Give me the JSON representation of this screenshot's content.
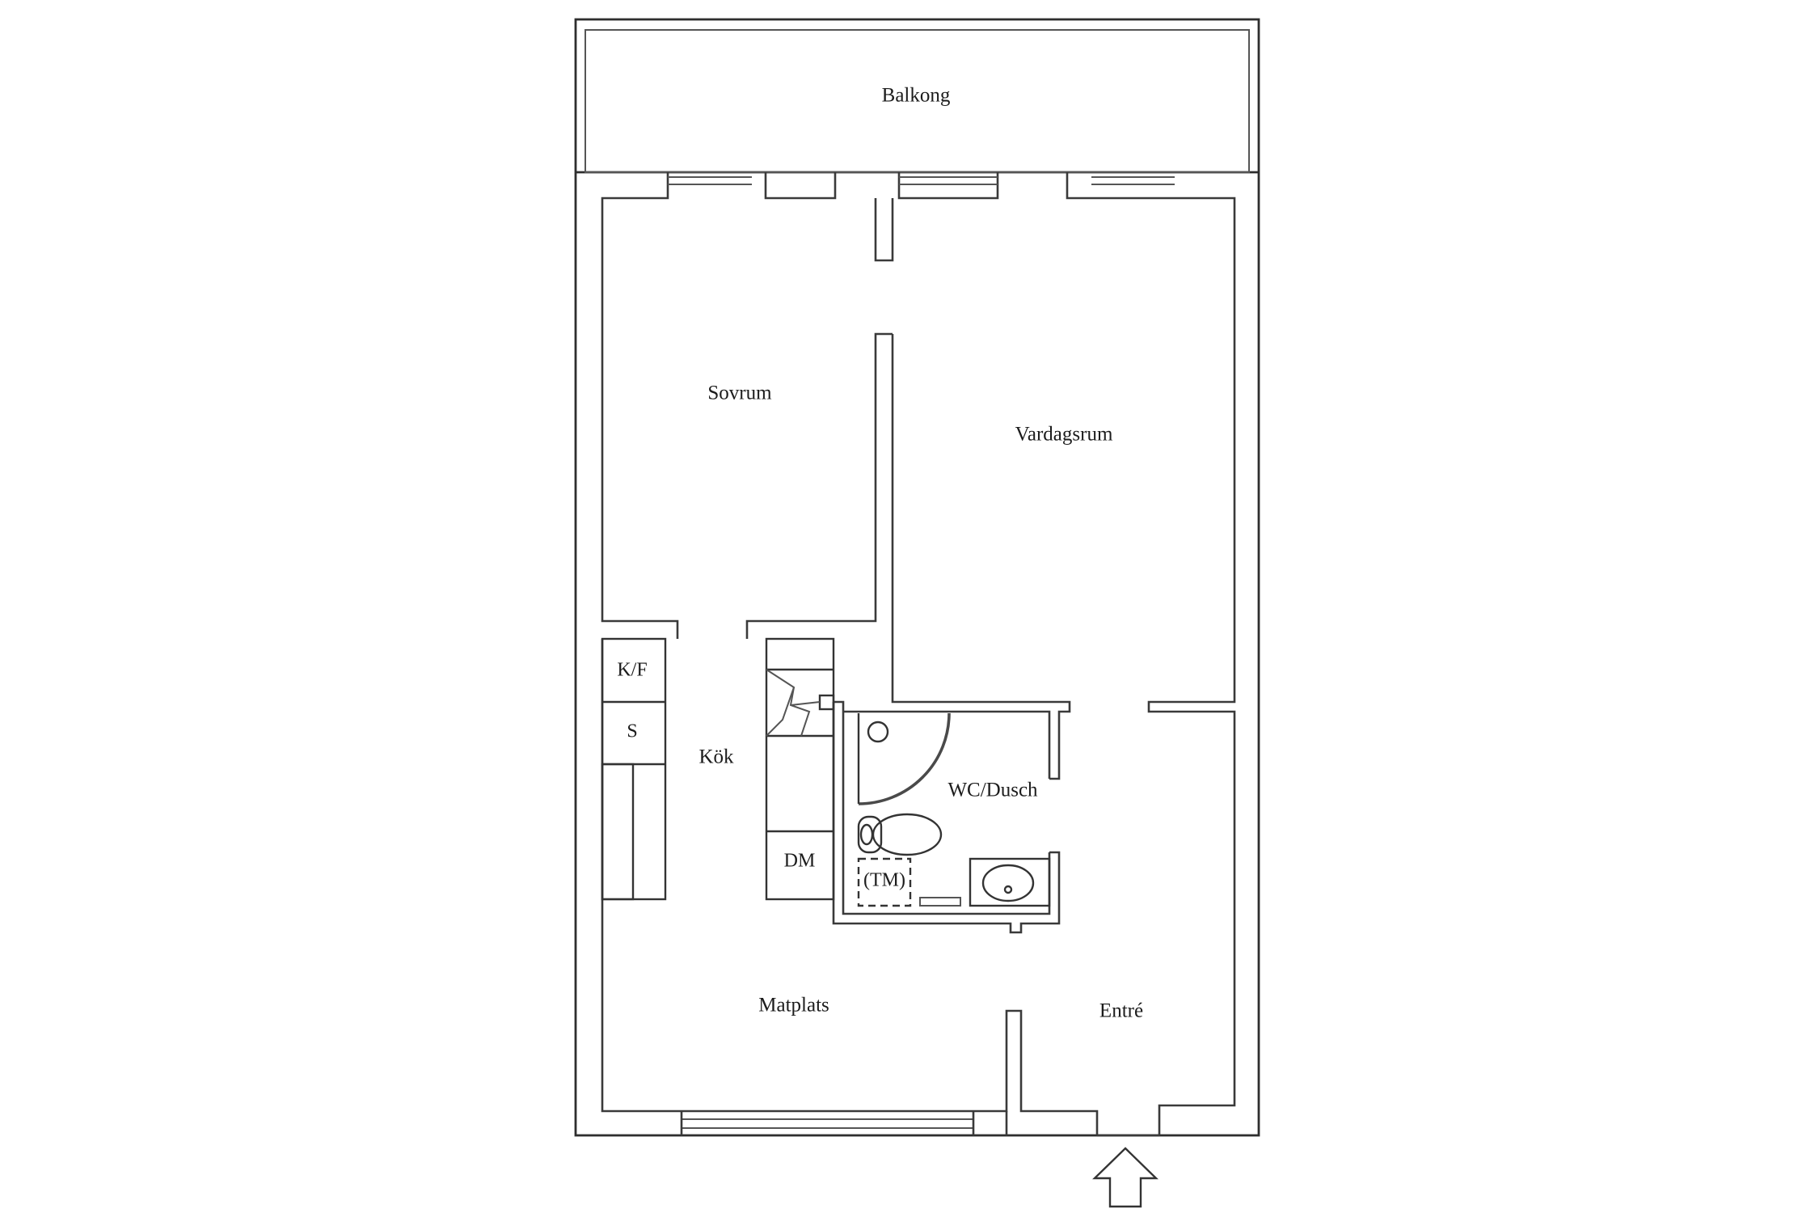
{
  "rooms": {
    "balcony": "Balkong",
    "bedroom": "Sovrum",
    "living_room": "Vardagsrum",
    "kitchen": "Kök",
    "bathroom": "WC/Dusch",
    "dining": "Matplats",
    "entrance": "Entré"
  },
  "fixtures": {
    "fridge_freezer": "K/F",
    "cabinet": "S",
    "dishwasher": "DM",
    "washing_machine": "(TM)"
  },
  "icons": {
    "entrance_arrow": "up-arrow-icon"
  }
}
